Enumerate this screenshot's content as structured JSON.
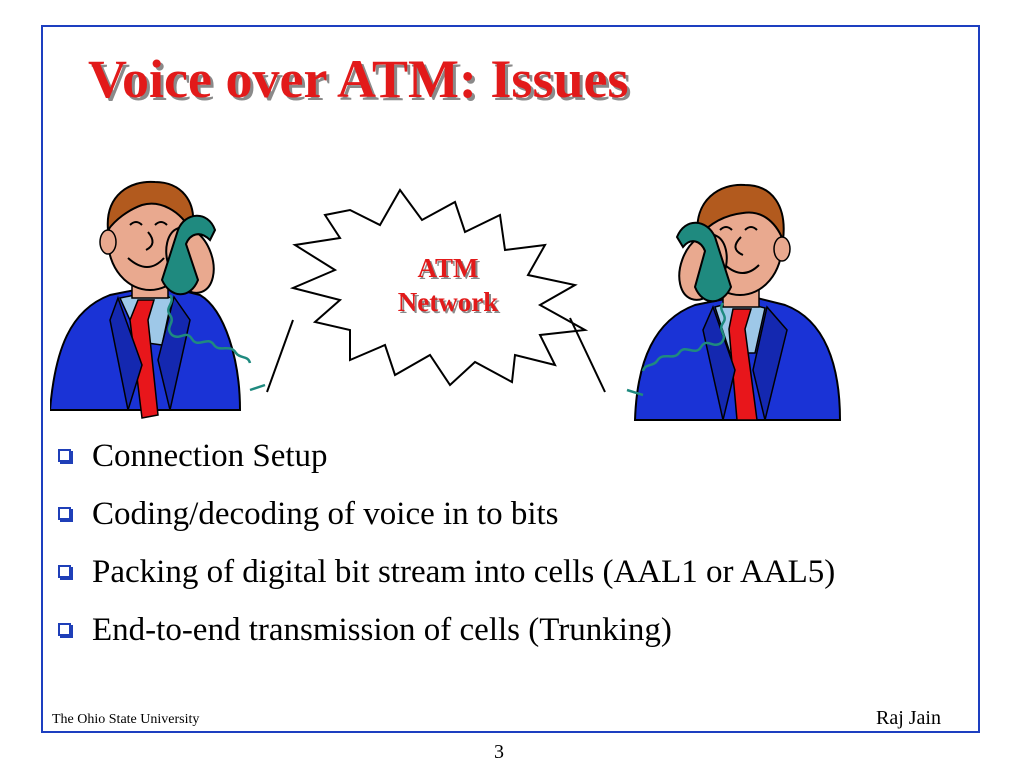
{
  "slide": {
    "title": "Voice over ATM: Issues",
    "network_label_line1": "ATM",
    "network_label_line2": "Network",
    "bullets": [
      "Connection Setup",
      "Coding/decoding of voice in to bits",
      "Packing of digital bit stream into cells (AAL1 or AAL5)",
      "End-to-end transmission of cells (Trunking)"
    ],
    "footer_left": "The Ohio State University",
    "footer_right": "Raj Jain",
    "page_number": "3"
  },
  "icons": {
    "bullet": "hollow-square-bullet-icon",
    "left_figure": "man-on-phone-icon",
    "right_figure": "man-on-phone-icon",
    "cloud": "atm-network-starburst-icon"
  },
  "colors": {
    "title": "#e21a1a",
    "network_label": "#e21a1a",
    "frame": "#1d3fc0",
    "suit": "#1a33d6",
    "tie": "#e8161b",
    "phone": "#1f8a7f",
    "skin": "#e9a98f",
    "hair": "#b25a1e"
  }
}
